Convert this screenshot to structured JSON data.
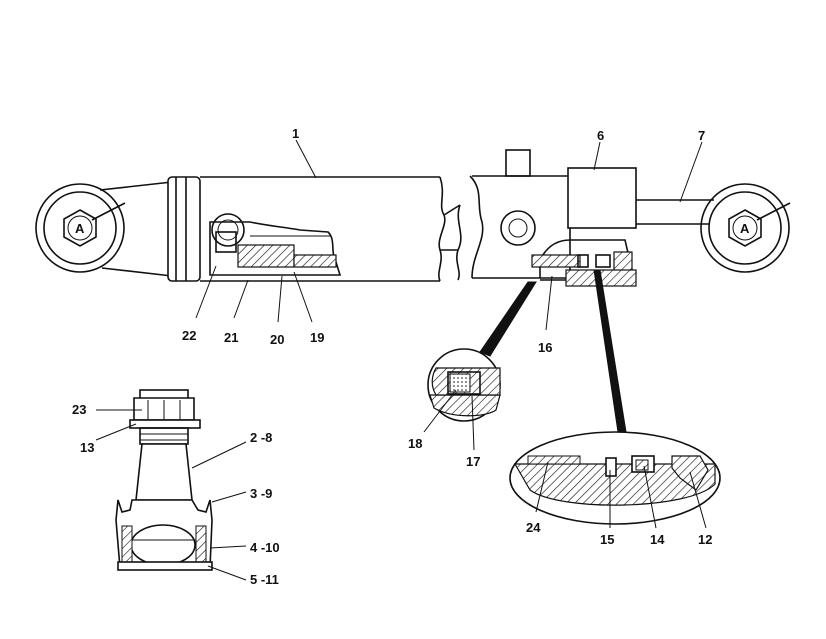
{
  "callouts": {
    "c1": "1",
    "c6": "6",
    "c7": "7",
    "c22": "22",
    "c21": "21",
    "c20": "20",
    "c19": "19",
    "c16": "16",
    "c18": "18",
    "c17": "17",
    "c23": "23",
    "c13": "13",
    "c2_8": "2 -8",
    "c3_9": "3 -9",
    "c4_10": "4 -10",
    "c5_11": "5 -11",
    "c24": "24",
    "c15": "15",
    "c14": "14",
    "c12": "12"
  },
  "hex_labels": {
    "left": "A",
    "right": "A"
  }
}
